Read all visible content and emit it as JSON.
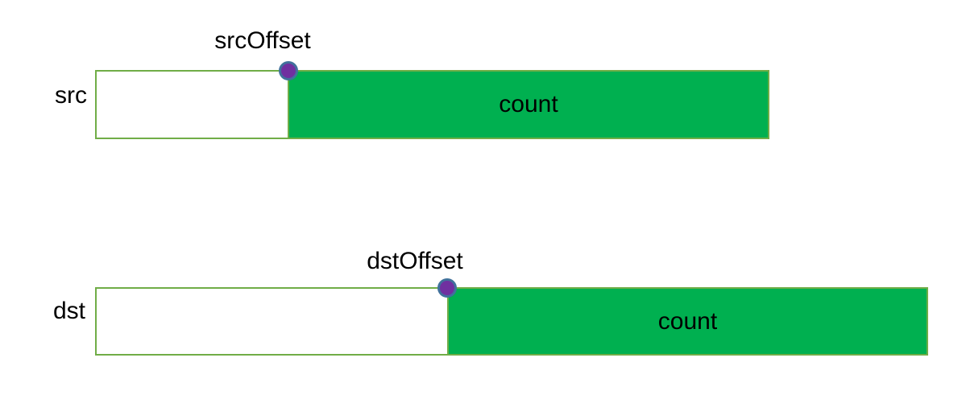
{
  "diagram": {
    "rows": [
      {
        "name": "src",
        "label": "src",
        "offset_label": "srcOffset",
        "segment_label": "count"
      },
      {
        "name": "dst",
        "label": "dst",
        "offset_label": "dstOffset",
        "segment_label": "count"
      }
    ],
    "colors": {
      "segment_fill": "#00B050",
      "outline": "#70AD47",
      "marker_fill": "#7030A0",
      "marker_outline": "#41719C",
      "text": "#000000",
      "background": "#FFFFFF"
    }
  }
}
